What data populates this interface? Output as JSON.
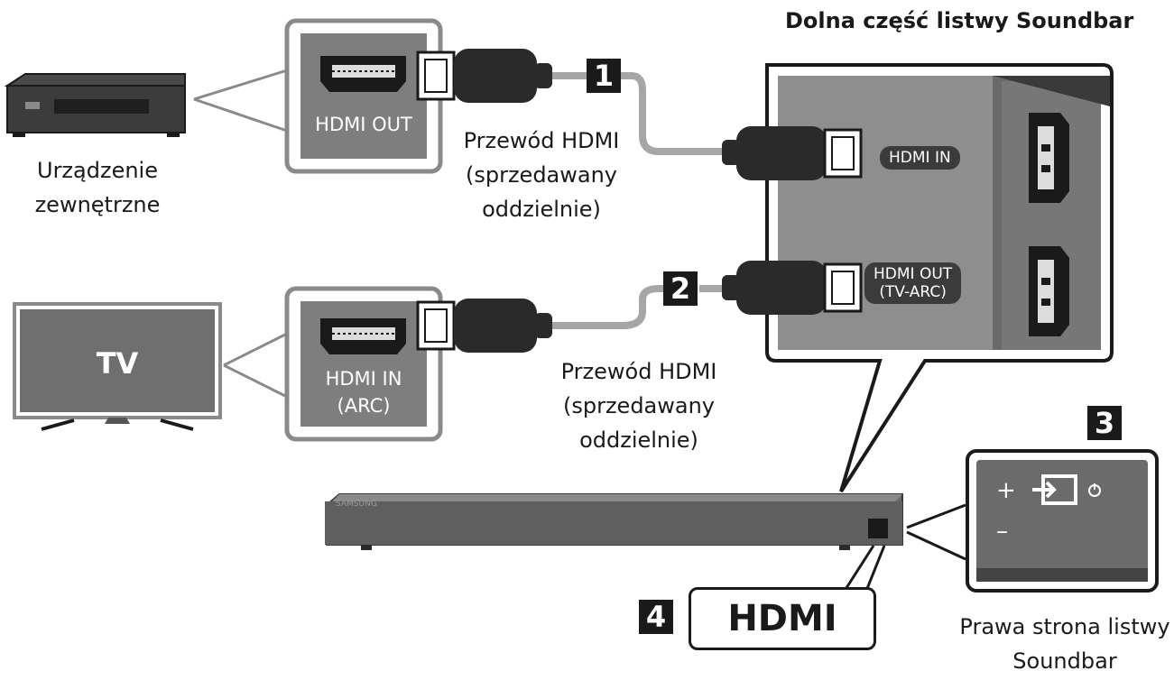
{
  "title": "Dolna część listwy Soundbar",
  "external_device": {
    "line1": "Urządzenie",
    "line2": "zewnętrzne",
    "port": "HDMI OUT"
  },
  "tv": {
    "label": "TV",
    "port_line1": "HDMI IN",
    "port_line2": "(ARC)"
  },
  "cable1": {
    "number": "1",
    "line1": "Przewód HDMI",
    "line2": "(sprzedawany",
    "line3": "oddzielnie)"
  },
  "cable2": {
    "number": "2",
    "line1": "Przewód HDMI",
    "line2": "(sprzedawany",
    "line3": "oddzielnie)"
  },
  "soundbar_panel": {
    "hdmi_in": "HDMI IN",
    "hdmi_out_line1": "HDMI OUT",
    "hdmi_out_line2": "(TV-ARC)"
  },
  "side_panel": {
    "number": "3",
    "plus": "+",
    "minus": "–",
    "caption_line1": "Prawa strona listwy",
    "caption_line2": "Soundbar"
  },
  "hdmi_tag": {
    "number": "4",
    "label": "HDMI"
  },
  "soundbar_logo": "SAMSUNG",
  "colors": {
    "panel_gray": "#8a8a8a",
    "dark": "#1a1a1a",
    "cable": "#2a2a2a",
    "wire": "#a6a6a6"
  }
}
